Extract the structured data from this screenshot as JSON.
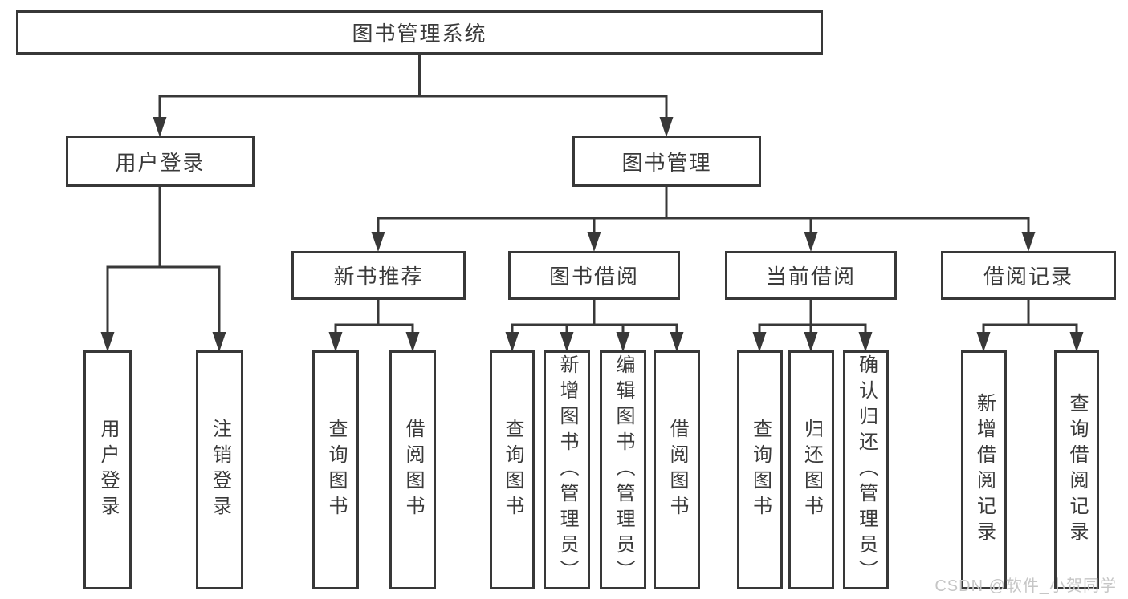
{
  "colors": {
    "line": "#383838",
    "node_border": "#383838",
    "node_text": "#3a3a3a",
    "watermark": "#c6c6c6",
    "background": "#ffffff"
  },
  "watermark": {
    "text": "CSDN @软件_小贺同学"
  },
  "tree": {
    "root": {
      "label": "图书管理系统"
    },
    "children": [
      {
        "label": "用户登录",
        "children": [
          {
            "label": "用户登录"
          },
          {
            "label": "注销登录"
          }
        ]
      },
      {
        "label": "图书管理",
        "children": [
          {
            "label": "新书推荐",
            "children": [
              {
                "label": "查询图书"
              },
              {
                "label": "借阅图书"
              }
            ]
          },
          {
            "label": "图书借阅",
            "children": [
              {
                "label": "查询图书"
              },
              {
                "label": "新增图书（管理员）"
              },
              {
                "label": "编辑图书（管理员）"
              },
              {
                "label": "借阅图书"
              }
            ]
          },
          {
            "label": "当前借阅",
            "children": [
              {
                "label": "查询图书"
              },
              {
                "label": "归还图书"
              },
              {
                "label": "确认归还（管理员）"
              }
            ]
          },
          {
            "label": "借阅记录",
            "children": [
              {
                "label": "新增借阅记录"
              },
              {
                "label": "查询借阅记录"
              }
            ]
          }
        ]
      }
    ]
  }
}
